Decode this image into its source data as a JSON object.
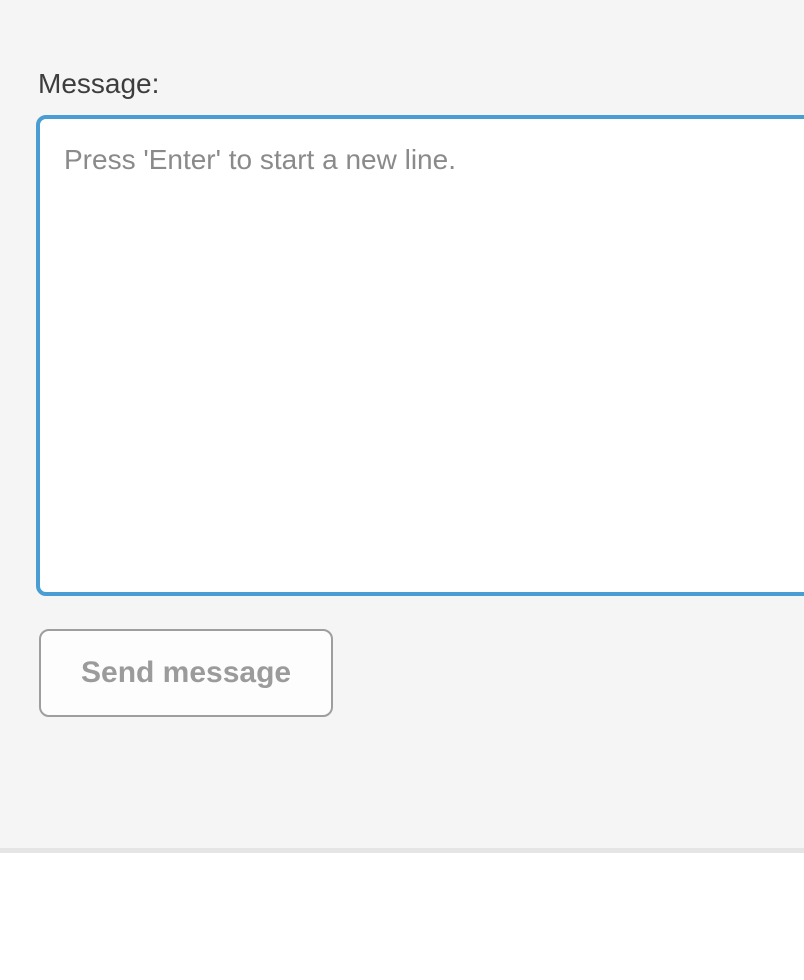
{
  "form": {
    "label": "Message:",
    "textarea": {
      "value": "",
      "placeholder": "Press 'Enter' to start a new line."
    },
    "send_button_label": "Send message"
  },
  "colors": {
    "page_background": "#ffffff",
    "section_background": "#f5f5f5",
    "divider": "#e5e5e5",
    "textarea_border_focus_blue": "#4a9dd2",
    "textarea_background": "#ffffff",
    "label_text": "#3d3d3d",
    "placeholder_text": "#8a8a8a",
    "button_background": "#fdfdfd",
    "button_border": "#9e9e9e",
    "button_text": "#9b9b9b"
  }
}
